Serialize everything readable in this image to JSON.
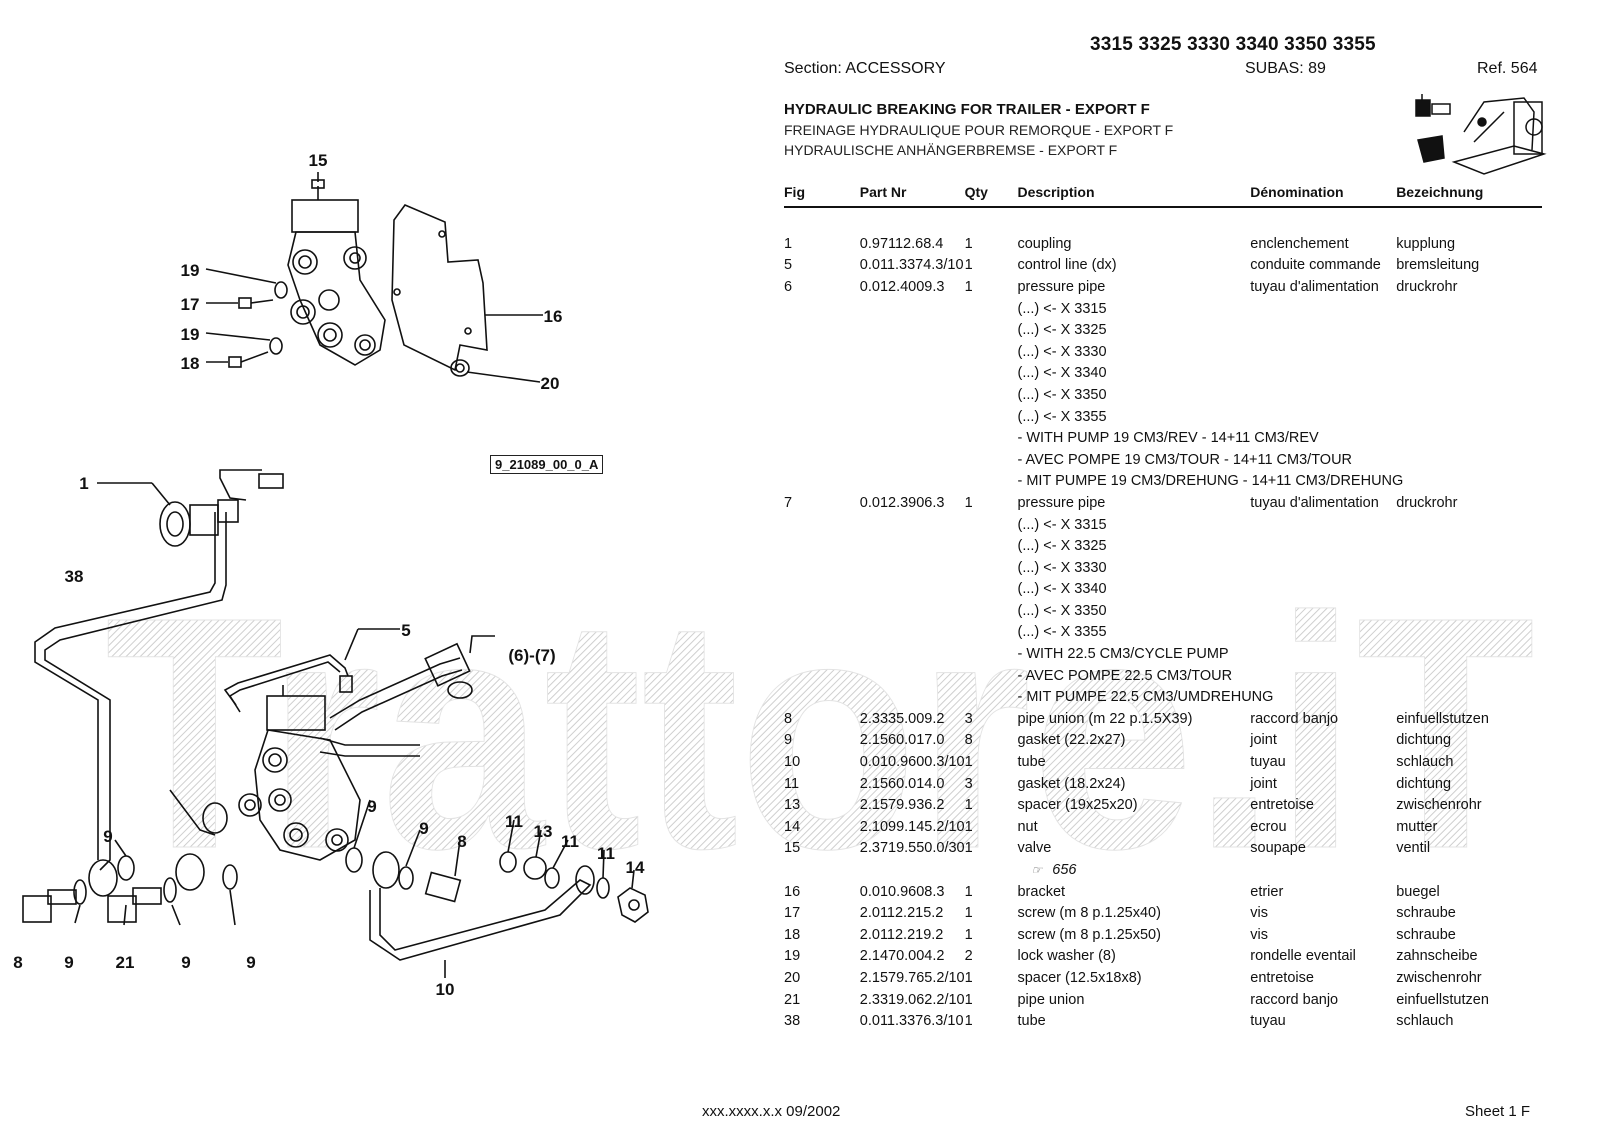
{
  "header": {
    "models": "3315 3325 3330 3340 3350 3355",
    "section": "Section: ACCESSORY",
    "subas": "SUBAS: 89",
    "ref": "Ref. 564"
  },
  "titles": {
    "en": "HYDRAULIC BREAKING FOR TRAILER - EXPORT F",
    "fr": "FREINAGE HYDRAULIQUE POUR REMORQUE - EXPORT F",
    "de": "HYDRAULISCHE ANHÄNGERBREMSE - EXPORT F"
  },
  "diagram": {
    "ref_code": "9_21089_00_0_A",
    "watermark": "Trattore.iT",
    "callouts": {
      "c15": "15",
      "c19a": "19",
      "c17": "17",
      "c19b": "19",
      "c18": "18",
      "c16": "16",
      "c20": "20",
      "c1": "1",
      "c38": "38",
      "c5": "5",
      "c67": "(6)-(7)",
      "c9a": "9",
      "c9b": "9",
      "c8a": "8",
      "c11a": "11",
      "c13": "13",
      "c11b": "11",
      "c11c": "11",
      "c14": "14",
      "c9c": "9",
      "c8b": "8",
      "c9d": "9",
      "c21": "21",
      "c9e": "9",
      "c9f": "9",
      "c10": "10"
    }
  },
  "table": {
    "headers": {
      "fig": "Fig",
      "part": "Part Nr",
      "qty": "Qty",
      "desc": "Description",
      "fr": "Dénomination",
      "de": "Bezeichnung"
    },
    "rows": [
      {
        "fig": "1",
        "part": "0.97112.68.4",
        "qty": "1",
        "desc": "coupling",
        "fr": "enclenchement",
        "de": "kupplung"
      },
      {
        "fig": "5",
        "part": "0.011.3374.3/10",
        "qty": "1",
        "desc": "control line (dx)",
        "fr": "conduite commande",
        "de": "bremsleitung"
      },
      {
        "fig": "6",
        "part": "0.012.4009.3",
        "qty": "1",
        "desc": "pressure pipe",
        "fr": "tuyau d'alimentation",
        "de": "druckrohr"
      },
      {
        "fig": "",
        "part": "",
        "qty": "",
        "desc": "(...) <- X 3315",
        "fr": "",
        "de": ""
      },
      {
        "fig": "",
        "part": "",
        "qty": "",
        "desc": "(...) <- X 3325",
        "fr": "",
        "de": ""
      },
      {
        "fig": "",
        "part": "",
        "qty": "",
        "desc": "(...) <- X 3330",
        "fr": "",
        "de": ""
      },
      {
        "fig": "",
        "part": "",
        "qty": "",
        "desc": "(...) <- X 3340",
        "fr": "",
        "de": ""
      },
      {
        "fig": "",
        "part": "",
        "qty": "",
        "desc": "(...) <- X 3350",
        "fr": "",
        "de": ""
      },
      {
        "fig": "",
        "part": "",
        "qty": "",
        "desc": "(...) <- X 3355",
        "fr": "",
        "de": ""
      },
      {
        "fig": "",
        "part": "",
        "qty": "",
        "desc": "- WITH PUMP 19 CM3/REV - 14+11 CM3/REV",
        "fr": "",
        "de": ""
      },
      {
        "fig": "",
        "part": "",
        "qty": "",
        "desc": "- AVEC POMPE 19 CM3/TOUR - 14+11 CM3/TOUR",
        "fr": "",
        "de": ""
      },
      {
        "fig": "",
        "part": "",
        "qty": "",
        "desc": "- MIT PUMPE 19 CM3/DREHUNG - 14+11 CM3/DREHUNG",
        "fr": "",
        "de": ""
      },
      {
        "fig": "7",
        "part": "0.012.3906.3",
        "qty": "1",
        "desc": "pressure pipe",
        "fr": "tuyau d'alimentation",
        "de": "druckrohr"
      },
      {
        "fig": "",
        "part": "",
        "qty": "",
        "desc": "(...) <- X 3315",
        "fr": "",
        "de": ""
      },
      {
        "fig": "",
        "part": "",
        "qty": "",
        "desc": "(...) <- X 3325",
        "fr": "",
        "de": ""
      },
      {
        "fig": "",
        "part": "",
        "qty": "",
        "desc": "(...) <- X 3330",
        "fr": "",
        "de": ""
      },
      {
        "fig": "",
        "part": "",
        "qty": "",
        "desc": "(...) <- X 3340",
        "fr": "",
        "de": ""
      },
      {
        "fig": "",
        "part": "",
        "qty": "",
        "desc": "(...) <- X 3350",
        "fr": "",
        "de": ""
      },
      {
        "fig": "",
        "part": "",
        "qty": "",
        "desc": "(...) <- X 3355",
        "fr": "",
        "de": ""
      },
      {
        "fig": "",
        "part": "",
        "qty": "",
        "desc": "- WITH 22.5 CM3/CYCLE PUMP",
        "fr": "",
        "de": ""
      },
      {
        "fig": "",
        "part": "",
        "qty": "",
        "desc": "- AVEC POMPE 22.5 CM3/TOUR",
        "fr": "",
        "de": ""
      },
      {
        "fig": "",
        "part": "",
        "qty": "",
        "desc": "- MIT PUMPE 22.5 CM3/UMDREHUNG",
        "fr": "",
        "de": ""
      },
      {
        "fig": "8",
        "part": "2.3335.009.2",
        "qty": "3",
        "desc": "pipe union (m 22 p.1.5X39)",
        "fr": "raccord banjo",
        "de": "einfuellstutzen"
      },
      {
        "fig": "9",
        "part": "2.1560.017.0",
        "qty": "8",
        "desc": "gasket (22.2x27)",
        "fr": "joint",
        "de": "dichtung"
      },
      {
        "fig": "10",
        "part": "0.010.9600.3/10",
        "qty": "1",
        "desc": "tube",
        "fr": "tuyau",
        "de": "schlauch"
      },
      {
        "fig": "11",
        "part": "2.1560.014.0",
        "qty": "3",
        "desc": "gasket (18.2x24)",
        "fr": "joint",
        "de": "dichtung"
      },
      {
        "fig": "13",
        "part": "2.1579.936.2",
        "qty": "1",
        "desc": "spacer (19x25x20)",
        "fr": "entretoise",
        "de": "zwischenrohr"
      },
      {
        "fig": "14",
        "part": "2.1099.145.2/10",
        "qty": "1",
        "desc": "nut",
        "fr": "ecrou",
        "de": "mutter"
      },
      {
        "fig": "15",
        "part": "2.3719.550.0/30",
        "qty": "1",
        "desc": "valve",
        "fr": "soupape",
        "de": "ventil"
      },
      {
        "fig": "",
        "part": "",
        "qty": "",
        "desc": "",
        "fr": "",
        "de": "",
        "note": "656"
      },
      {
        "fig": "16",
        "part": "0.010.9608.3",
        "qty": "1",
        "desc": "bracket",
        "fr": "etrier",
        "de": "buegel"
      },
      {
        "fig": "17",
        "part": "2.0112.215.2",
        "qty": "1",
        "desc": "screw (m 8 p.1.25x40)",
        "fr": "vis",
        "de": "schraube"
      },
      {
        "fig": "18",
        "part": "2.0112.219.2",
        "qty": "1",
        "desc": "screw (m 8 p.1.25x50)",
        "fr": "vis",
        "de": "schraube"
      },
      {
        "fig": "19",
        "part": "2.1470.004.2",
        "qty": "2",
        "desc": "lock washer (8)",
        "fr": "rondelle eventail",
        "de": "zahnscheibe"
      },
      {
        "fig": "20",
        "part": "2.1579.765.2/10",
        "qty": "1",
        "desc": "spacer (12.5x18x8)",
        "fr": "entretoise",
        "de": "zwischenrohr"
      },
      {
        "fig": "21",
        "part": "2.3319.062.2/10",
        "qty": "1",
        "desc": "pipe union",
        "fr": "raccord banjo",
        "de": "einfuellstutzen"
      },
      {
        "fig": "38",
        "part": "0.011.3376.3/10",
        "qty": "1",
        "desc": "tube",
        "fr": "tuyau",
        "de": "schlauch"
      }
    ]
  },
  "footer": {
    "code": "xxx.xxxx.x.x  09/2002",
    "sheet": "Sheet 1 F"
  },
  "colors": {
    "ink": "#111111",
    "watermark": "#d9d9d9"
  }
}
